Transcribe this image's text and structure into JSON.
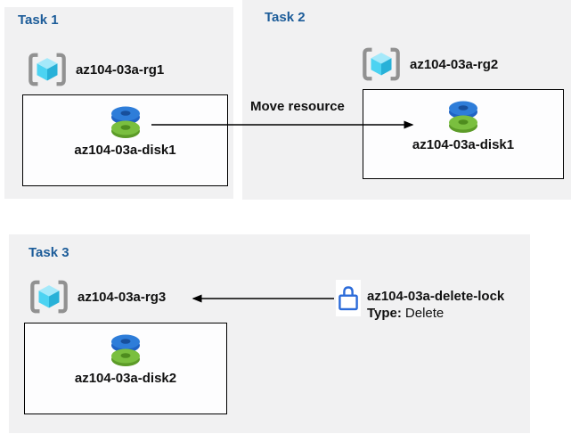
{
  "colors": {
    "panel_bg": "#f1f1f2",
    "task_title_blue": "#1c5c99",
    "text_black": "#111111",
    "arrow_black": "#000000",
    "lock_blue": "#2b6bd9",
    "rg_bracket_gray": "#919191",
    "rg_cube_top": "#a5e9fa",
    "rg_cube_left": "#4cd3f2",
    "rg_cube_right": "#28b1d8",
    "disk_blue_top": "#2e7dd9",
    "disk_blue_side": "#2063c4",
    "disk_blue_hole": "#174f9c",
    "disk_green_top": "#7abf3f",
    "disk_green_side": "#5c9b28",
    "disk_green_hole": "#4e8c1e",
    "resource_box_bg": "#fdfdfe",
    "resource_box_border": "#000000"
  },
  "tasks": [
    {
      "title": "Task 1",
      "resource_group": "az104-03a-rg1",
      "resource": "az104-03a-disk1"
    },
    {
      "title": "Task 2",
      "resource_group": "az104-03a-rg2",
      "resource": "az104-03a-disk1"
    },
    {
      "title": "Task 3",
      "resource_group": "az104-03a-rg3",
      "resource": "az104-03a-disk2"
    }
  ],
  "annotations": {
    "move_arrow_label": "Move resource",
    "delete_lock": {
      "name": "az104-03a-delete-lock",
      "type_label": "Type:",
      "type_value": "Delete"
    }
  },
  "icons": {
    "resource_group": "resource-group-icon",
    "disk": "disk-icon",
    "lock": "lock-icon",
    "arrow": "arrow-line"
  }
}
